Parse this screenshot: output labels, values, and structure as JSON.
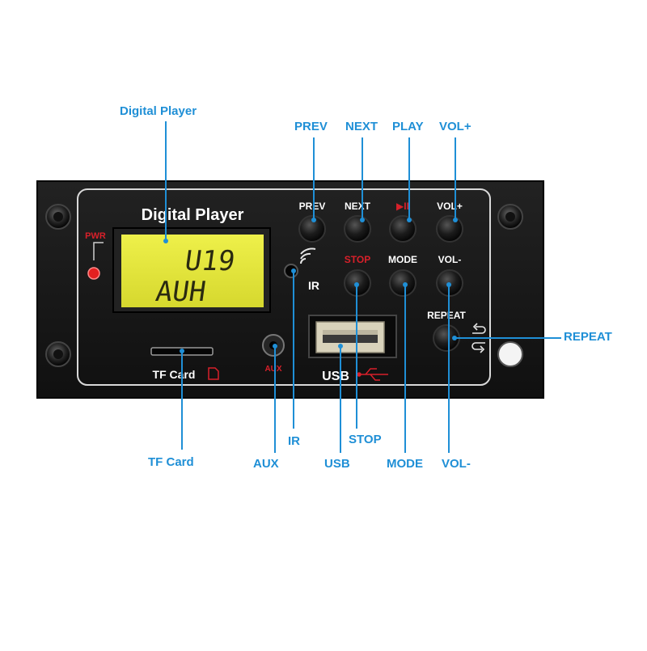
{
  "callouts": {
    "digital_player": "Digital Player",
    "prev": "PREV",
    "next": "NEXT",
    "play": "PLAY",
    "vol_plus": "VOL+",
    "repeat": "REPEAT",
    "tf_card": "TF Card",
    "aux": "AUX",
    "ir": "IR",
    "usb": "USB",
    "stop": "STOP",
    "mode": "MODE",
    "vol_minus": "VOL-"
  },
  "panel": {
    "title": "Digital Player",
    "pwr": "PWR",
    "lcd_line1": "U19",
    "lcd_line2": "AUH",
    "ir": "IR",
    "tf_card": "TF Card",
    "aux": "AUX",
    "usb": "USB",
    "buttons": {
      "prev": "PREV",
      "next": "NEXT",
      "play": "▶II",
      "vol_plus": "VOL+",
      "stop": "STOP",
      "mode": "MODE",
      "vol_minus": "VOL-",
      "repeat": "REPEAT"
    }
  },
  "colors": {
    "callout": "#1f8fd6",
    "panel": "#161616",
    "lcd": "#e8ea3a",
    "accent_red": "#d8202a",
    "button_label": "#ffffff"
  },
  "icons": [
    "led-indicator",
    "ir-sensor-icon",
    "signal-waves-icon",
    "sd-card-icon",
    "usb-symbol-icon",
    "repeat-arrows-icon",
    "mounting-screw-icon"
  ]
}
